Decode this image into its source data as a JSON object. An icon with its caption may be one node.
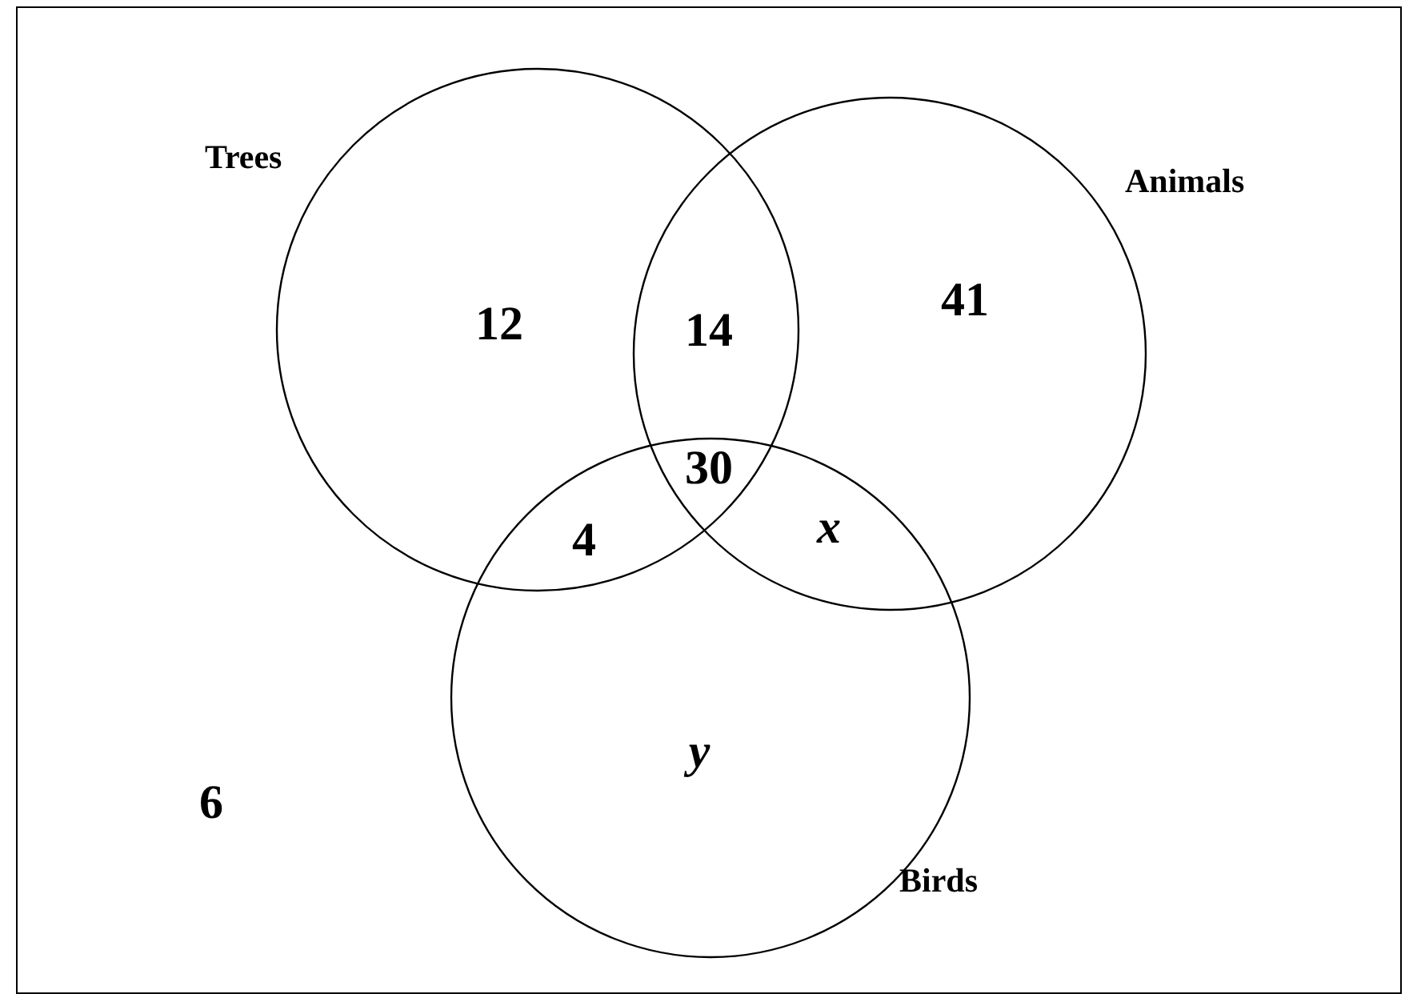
{
  "diagram": {
    "nodes": [
      {
        "text": [],
        "shape": "box"
      },
      {
        "text": [
          "Trees"
        ],
        "in": 0
      },
      {
        "text": [
          "Animals"
        ],
        "in": 0
      },
      {
        "text": [
          "Birds"
        ],
        "in": 0
      }
    ],
    "labels": [
      "12",
      "14",
      "41",
      "30",
      "4",
      "x",
      "y",
      "6"
    ]
  }
}
